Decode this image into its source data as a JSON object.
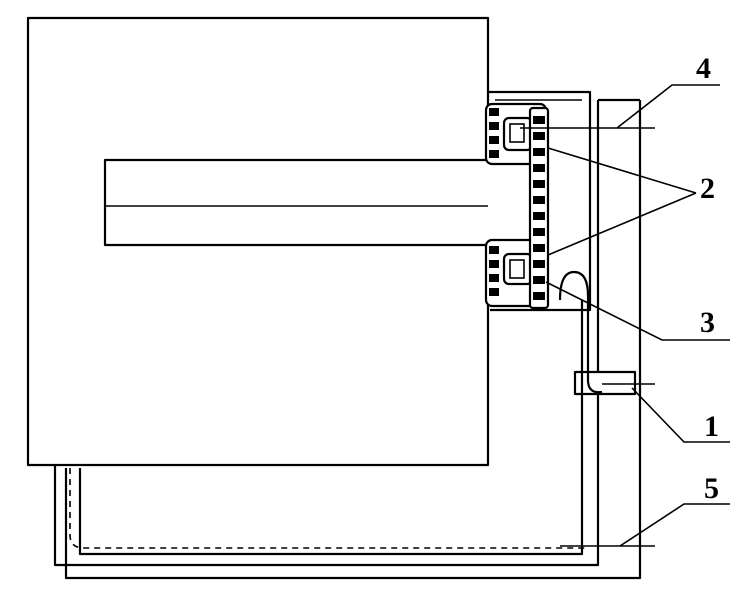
{
  "labels": [
    {
      "id": "label-4",
      "text": "4"
    },
    {
      "id": "label-2",
      "text": "2"
    },
    {
      "id": "label-3",
      "text": "3"
    },
    {
      "id": "label-1",
      "text": "1"
    },
    {
      "id": "label-5",
      "text": "5"
    }
  ],
  "colors": {
    "line": "#000000",
    "background": "#ffffff"
  }
}
